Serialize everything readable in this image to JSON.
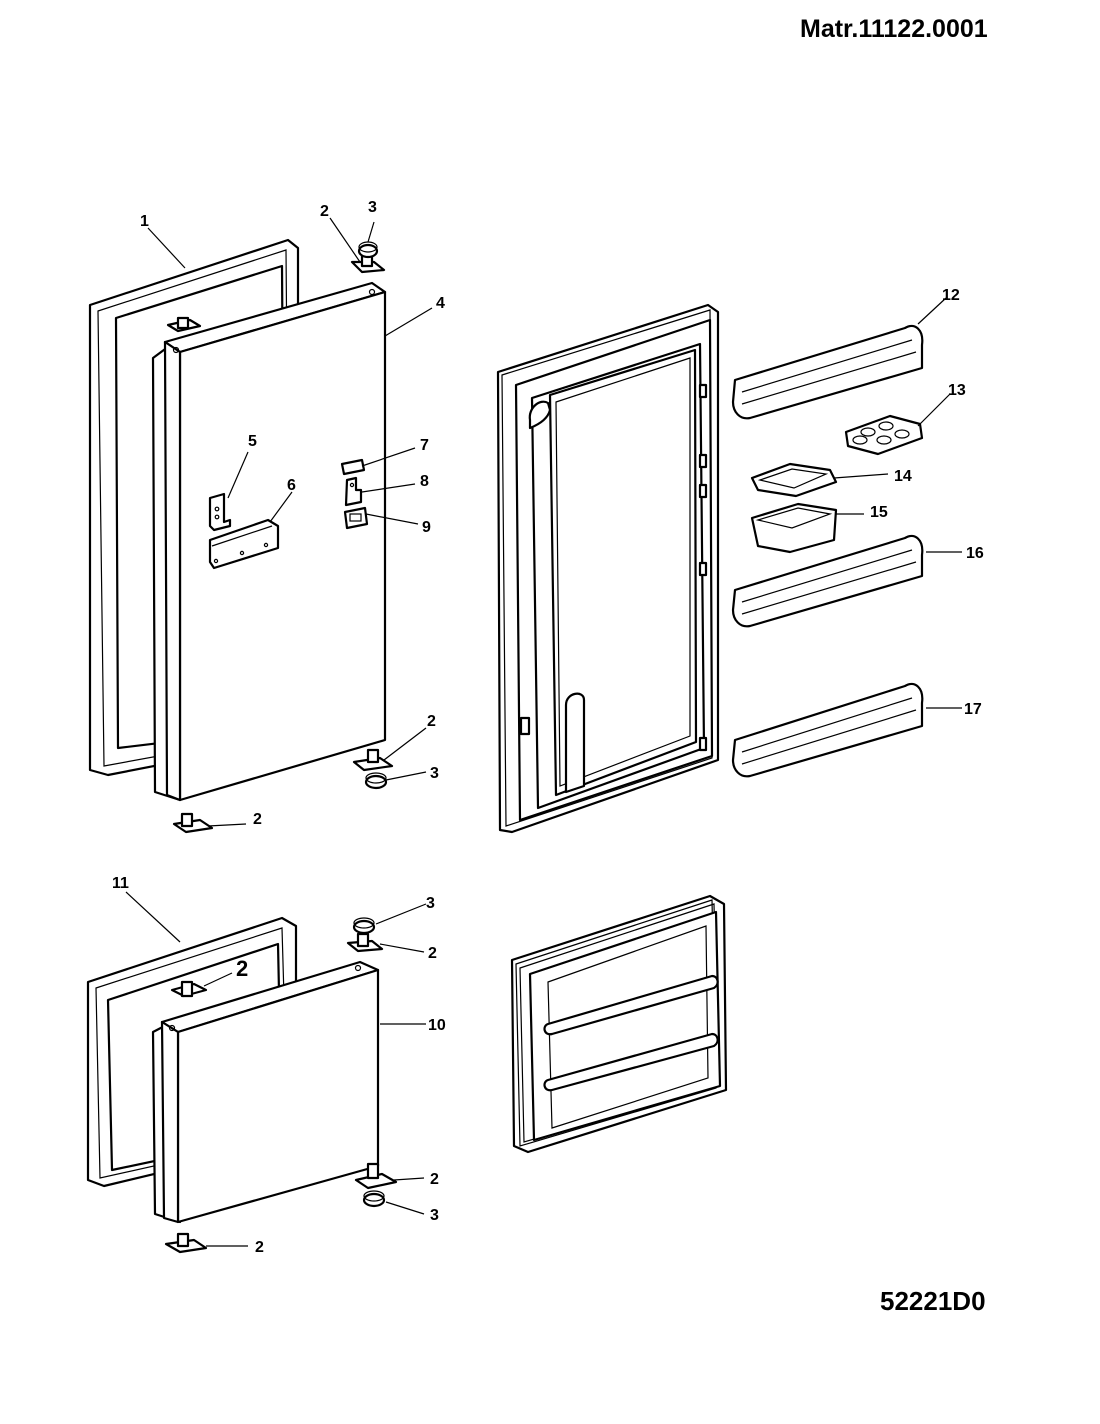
{
  "header": {
    "material_number": "Matr.11122.0001"
  },
  "footer": {
    "drawing_code": "52221D0"
  },
  "callouts": {
    "c1": "1",
    "c2a": "2",
    "c3a": "3",
    "c4": "4",
    "c5": "5",
    "c6": "6",
    "c7": "7",
    "c8": "8",
    "c9": "9",
    "c2b": "2",
    "c3b": "3",
    "c2c": "2",
    "c11": "11",
    "c3c": "3",
    "c2d": "2",
    "c2e": "2",
    "c10": "10",
    "c2f": "2",
    "c3d": "3",
    "c2g": "2",
    "c12": "12",
    "c13": "13",
    "c14": "14",
    "c15": "15",
    "c16": "16",
    "c17": "17"
  }
}
